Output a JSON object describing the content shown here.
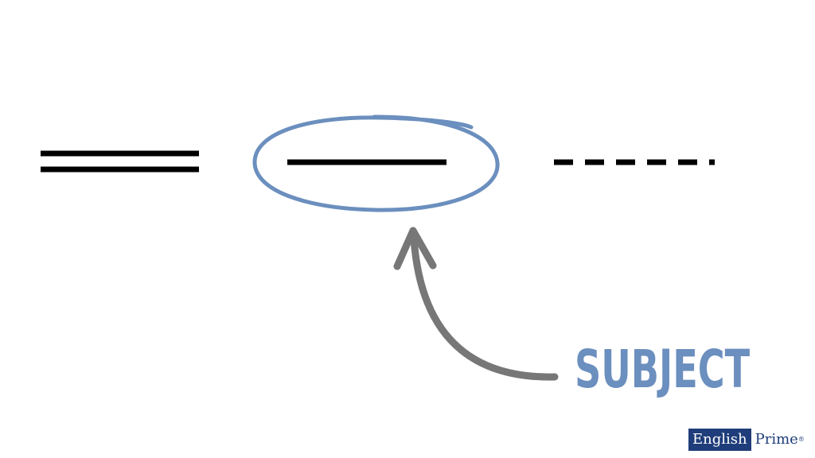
{
  "label": {
    "text": "SUBJECT",
    "color": "#6b8fbe"
  },
  "colors": {
    "lines": "#000000",
    "circle": "#6b8fbe",
    "arrow": "#777777"
  },
  "logo": {
    "left_text": "English",
    "right_text": "Prime",
    "mark": "®",
    "left_background": "#1f3d7a",
    "right_color": "#1f3d7a"
  }
}
